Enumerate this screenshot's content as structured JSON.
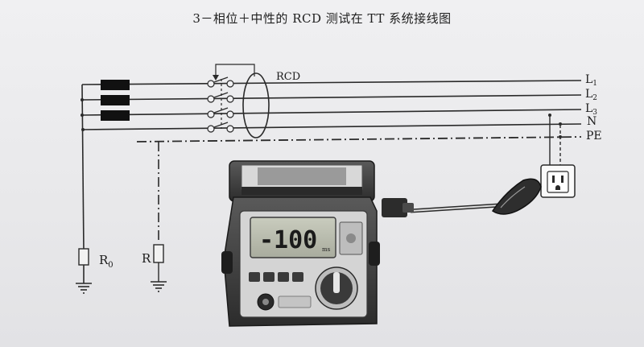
{
  "title": "3－相位＋中性的 RCD 测试在 TT 系统接线图",
  "labels": {
    "rcd": "RCD",
    "l1": "L",
    "l1_sub": "1",
    "l2": "L",
    "l2_sub": "2",
    "l3": "L",
    "l3_sub": "3",
    "n": "N",
    "pe": "PE",
    "r0": "R",
    "r0_sub": "0",
    "r": "R"
  },
  "tester": {
    "display_value": "-100",
    "display_unit": "ms"
  },
  "colors": {
    "line": "#2a2a2a",
    "fuse": "#111111",
    "tester_body": "#3a3a3a",
    "display": "#b9bcae"
  }
}
